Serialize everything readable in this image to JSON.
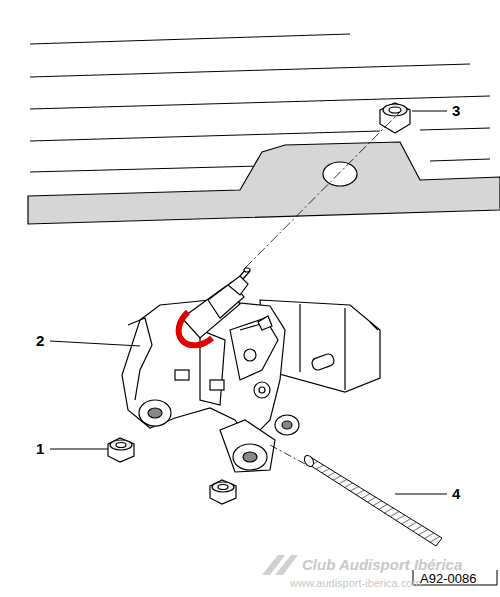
{
  "diagram": {
    "labels": [
      "3",
      "2",
      "1",
      "4",
      "Club Audisport Ibérica",
      "www.audisport-iberica.com",
      "A92-0086"
    ]
  }
}
